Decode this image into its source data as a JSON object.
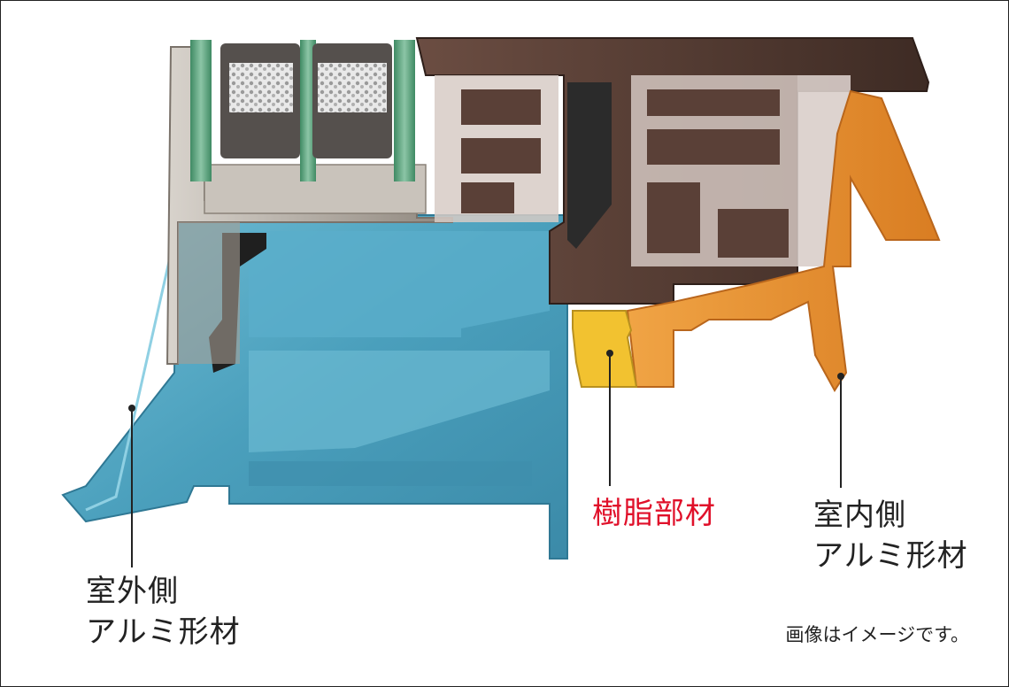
{
  "labels": {
    "outer": {
      "line1": "室外側",
      "line2": "アルミ形材"
    },
    "resin": {
      "text": "樹脂部材"
    },
    "inner": {
      "line1": "室内側",
      "line2": "アルミ形材"
    }
  },
  "note": "画像はイメージです。",
  "colors": {
    "outer_aluminum": "#4fa3bf",
    "resin": "#f2c230",
    "inner_aluminum": "#e8912f",
    "wood_resin_frame": "#5a4037",
    "silver_frame": "#b9b3ab",
    "glass": "#5f9f7f",
    "resin_label": "#e0102a"
  }
}
